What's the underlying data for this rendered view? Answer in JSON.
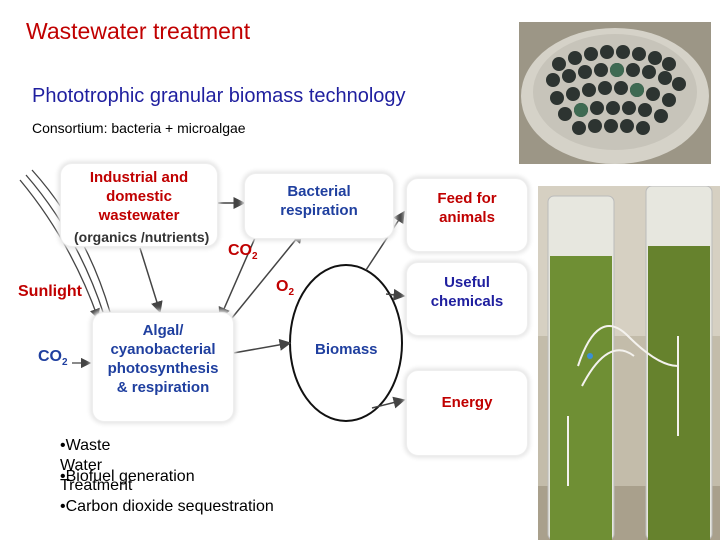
{
  "header": {
    "title": "Wastewater treatment",
    "subtitle": "Phototrophic granular biomass technology",
    "consortium": "Consortium: bacteria + microalgae"
  },
  "diagram": {
    "wastewater": {
      "line1": "Industrial and",
      "line2": "domestic",
      "line3": "wastewater",
      "line4": "(organics /nutrients)"
    },
    "bacterial": {
      "line1": "Bacterial",
      "line2": "respiration"
    },
    "feed": {
      "line1": "Feed for",
      "line2": "animals"
    },
    "chemicals": {
      "line1": "Useful",
      "line2": "chemicals"
    },
    "energy": "Energy",
    "algal": {
      "line1": "Algal/",
      "line2": "cyanobacterial",
      "line3": "photosynthesis",
      "line4": "& respiration"
    },
    "sunlight": "Sunlight",
    "co2_top": "CO",
    "co2_left": "CO",
    "o2": "O",
    "sub2": "2",
    "biomass": "Biomass"
  },
  "bullets": {
    "b1": "Waste Water Treatment",
    "b2": "Biofuel generation",
    "b3": "Carbon dioxide sequestration"
  },
  "colors": {
    "title_red": "#c00000",
    "subtitle_blue": "#1f1f9f",
    "label_blue": "#1f3f9f"
  },
  "icons": [
    "bullet-dot",
    "arrow"
  ]
}
